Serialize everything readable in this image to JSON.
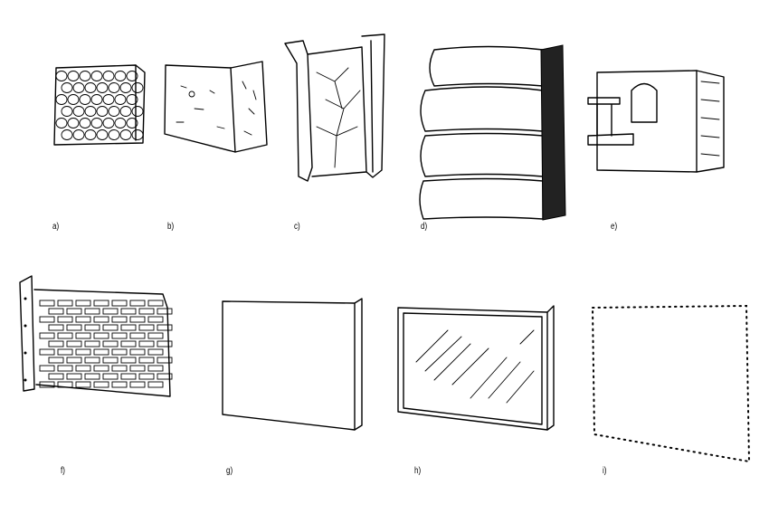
{
  "figure": {
    "labels": [
      "a)",
      "b)",
      "c)",
      "d)",
      "e)",
      "f)",
      "g)",
      "h)",
      "i)"
    ]
  }
}
